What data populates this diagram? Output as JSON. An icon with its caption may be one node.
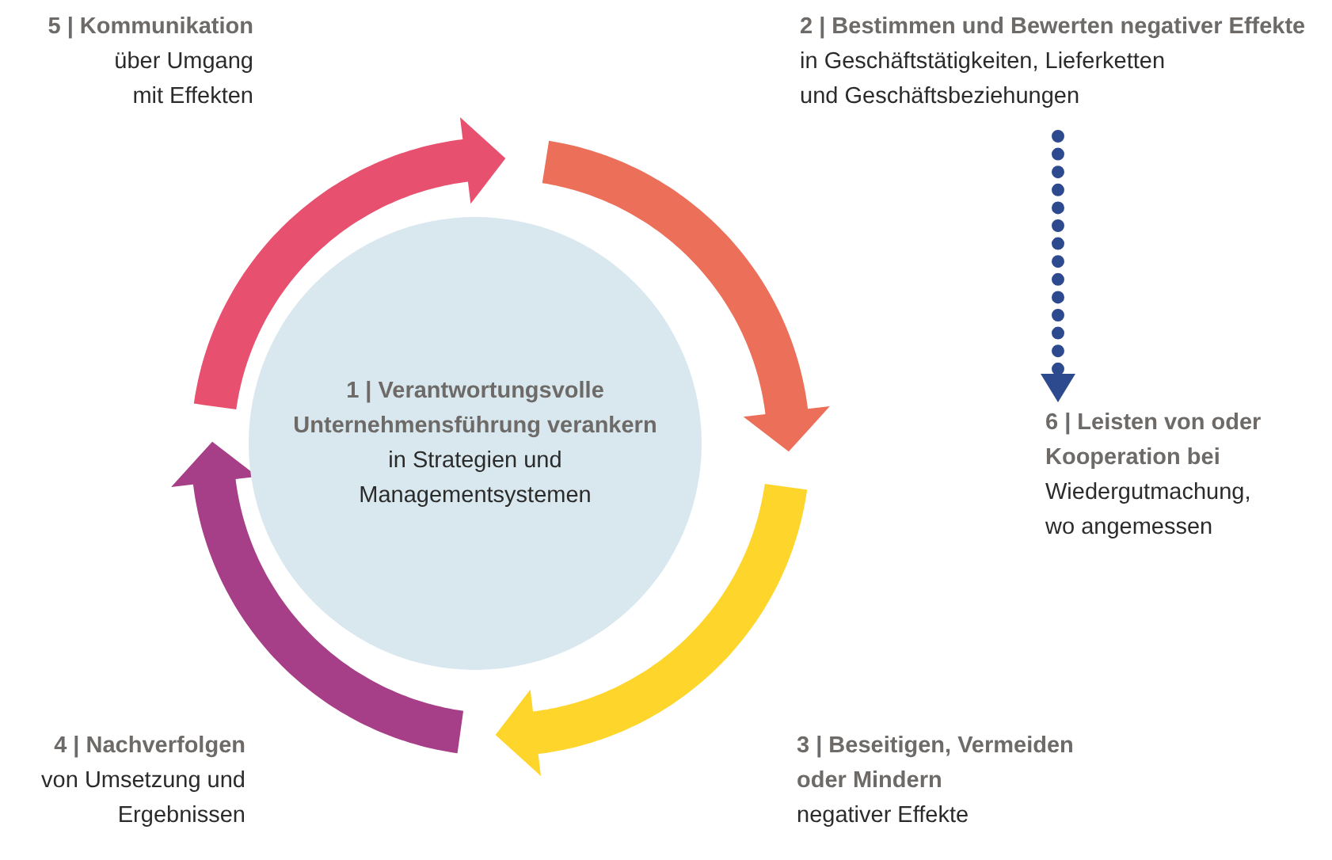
{
  "diagram": {
    "nodes": [
      {
        "text": [
          "5 | Kommunikation",
          "über Umgang mit Effekten"
        ]
      },
      {
        "text": [
          "2 | Bestimmen und Bewerten negativer Effekte",
          "in Geschäftstätigkeiten, Lieferketten und Geschäftsbeziehungen"
        ]
      },
      {
        "text": [
          "1 | Verantwortungsvolle Unternehmensführung verankern",
          "in Strategien und Managementsystemen"
        ]
      },
      {
        "text": [
          "6 | Leisten von oder Kooperation bei",
          "Wiedergutmachung, wo angemessen"
        ]
      },
      {
        "text": [
          "4 | Nachverfolgen",
          "von Umsetzung und Ergebnissen"
        ]
      },
      {
        "text": [
          "3 | Beseitigen, Vermeiden oder Mindern",
          "negativer Effekte"
        ]
      }
    ],
    "edges": [
      {
        "from": 1,
        "to": 3,
        "arrow": "to",
        "style": "dashed",
        "color": "#2e4a8e"
      }
    ]
  }
}
